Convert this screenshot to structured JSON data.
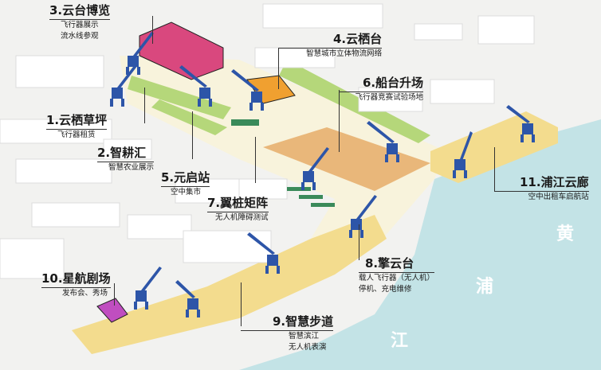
{
  "colors": {
    "water": "#c3e3e6",
    "promenade": "#f3dc8e",
    "crane": "#2d55a8",
    "green": "#b5d77a",
    "pink": "#d9487e",
    "orange": "#f0a030",
    "magenta": "#c04ec0"
  },
  "sites": [
    {
      "title": "1.云栖草坪",
      "sub": [
        "飞行器租赁"
      ]
    },
    {
      "title": "2.智耕汇",
      "sub": [
        "智慧农业展示"
      ]
    },
    {
      "title": "3.云台博览",
      "sub": [
        "飞行器展示",
        "流水线参观"
      ]
    },
    {
      "title": "4.云栖台",
      "sub": [
        "智慧城市立体物流网络"
      ]
    },
    {
      "title": "5.元启站",
      "sub": [
        "空中集市"
      ]
    },
    {
      "title": "6.船台升场",
      "sub": [
        "飞行器竞赛试验场地"
      ]
    },
    {
      "title": "7.翼桩矩阵",
      "sub": [
        "无人机障碍测试"
      ]
    },
    {
      "title": "8.擎云台",
      "sub": [
        "载人飞行器（无人机）",
        "停机、充电维修"
      ]
    },
    {
      "title": "9.智慧步道",
      "sub": [
        "智慧滨江",
        "无人机表演"
      ]
    },
    {
      "title": "10.星航剧场",
      "sub": [
        "发布会、秀场"
      ]
    },
    {
      "title": "11.浦江云廊",
      "sub": [
        "空中出租车启航站"
      ]
    }
  ],
  "river": [
    "黄",
    "浦",
    "江"
  ]
}
